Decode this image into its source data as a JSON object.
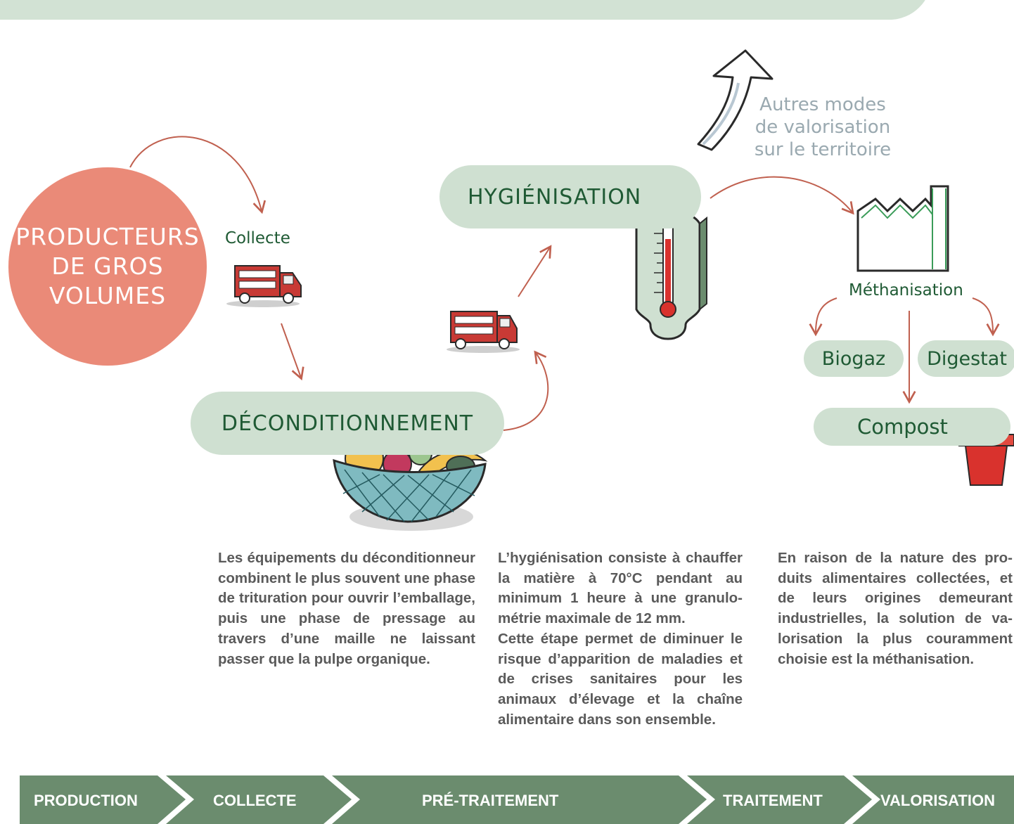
{
  "producer": {
    "line1": "PRODUCTEURS",
    "line2": "DE GROS",
    "line3": "VOLUMES"
  },
  "nodes": {
    "collecte": "Collecte",
    "deconditionnement": "DÉCONDITIONNEMENT",
    "hygienisation": "HYGIÉNISATION",
    "methanisation": "Méthanisation",
    "biogaz": "Biogaz",
    "digestat": "Digestat",
    "compost": "Compost"
  },
  "other_modes": {
    "line1": "Autres modes",
    "line2": "de valorisation",
    "line3": "sur le territoire"
  },
  "descriptions": {
    "deconditionnement": "Les équipements du décondition­neur combinent le plus souvent une phase de trituration pour ou­vrir l’emballage, puis une phase de pressage au travers d’une maille ne laissant passer que la pulpe or­ganique.",
    "hygienisation_1": "L’hygiénisation consiste à chauf­fer la matière à 70°C pendant au minimum 1 heure à une granulo­métrie maximale de 12 mm.",
    "hygienisation_2": "Cette étape permet de diminuer le risque d’apparition de ma­ladies et de crises sanitaires pour les animaux d’élevage et la chaîne alimentaire dans son en­semble.",
    "methanisation": "En raison de la nature des pro­duits alimentaires collectées, et de leurs origines demeurant industrielles, la solution de va­lorisation la plus couramment choisie est la méthanisation."
  },
  "footer": {
    "steps": [
      "PRODUCTION",
      "COLLECTE",
      "PRÉ-TRAITEMENT",
      "TRAITEMENT",
      "VALORISATION"
    ]
  },
  "colors": {
    "pill": "#cfe0d1",
    "dark_green": "#1f5a34",
    "producer": "#ea8a78",
    "arrow": "#c0604f",
    "footer": "#6b8c6e",
    "grey_text": "#9aa9b0"
  }
}
